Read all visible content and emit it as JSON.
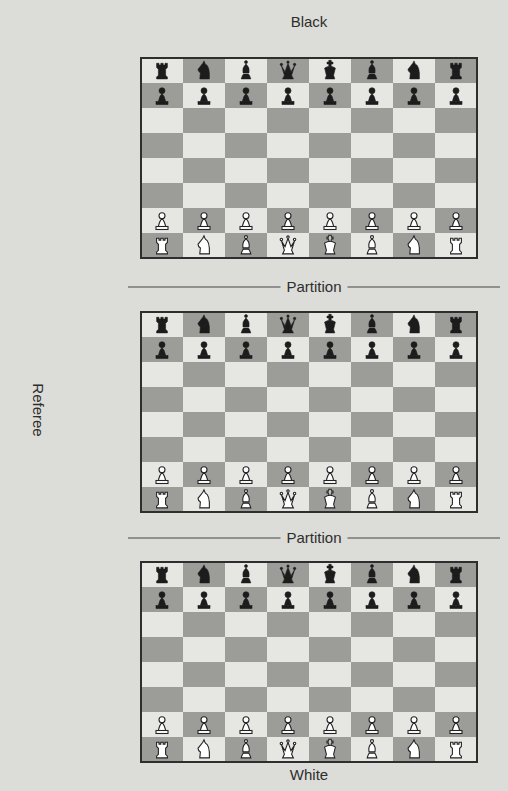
{
  "diagram": {
    "labels": [
      "Black",
      "Partition",
      "Partition",
      "Referee",
      "White"
    ]
  }
}
